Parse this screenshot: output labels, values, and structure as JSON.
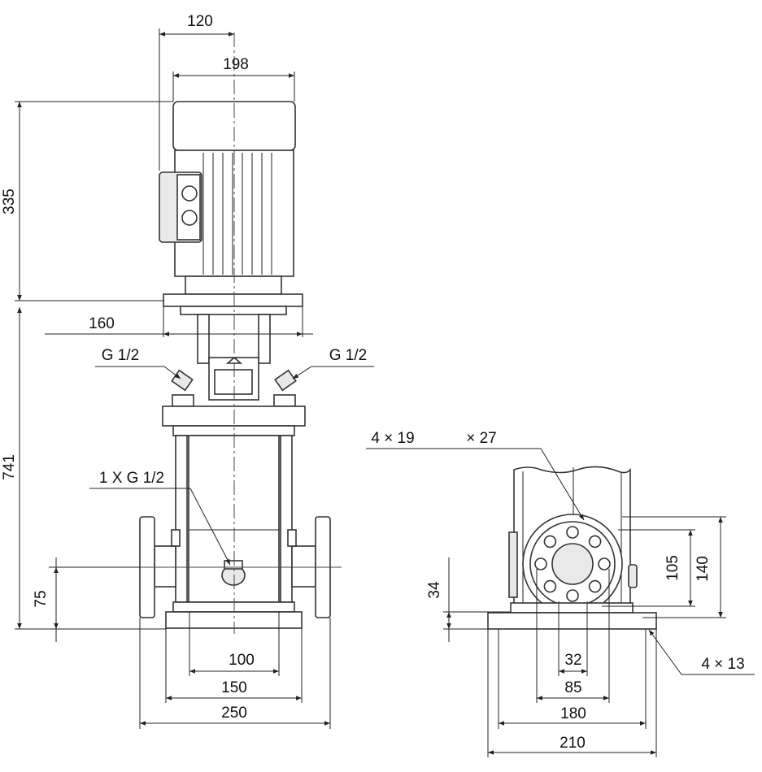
{
  "front_view": {
    "dims": {
      "d120": "120",
      "d198": "198",
      "d335": "335",
      "d160": "160",
      "d741": "741",
      "d75": "75",
      "d100": "100",
      "d150": "150",
      "d250": "250"
    },
    "labels": {
      "g12_left": "G 1/2",
      "g12_right": "G 1/2",
      "drain": "1 X G 1/2"
    }
  },
  "base_view": {
    "labels": {
      "holes": "4 × 19",
      "bolt_circle": "× 27",
      "foot_holes": "4 × 13"
    },
    "dims": {
      "d34": "34",
      "d105": "105",
      "d140": "140",
      "d32": "32",
      "d85": "85",
      "d180": "180",
      "d210": "210"
    }
  }
}
